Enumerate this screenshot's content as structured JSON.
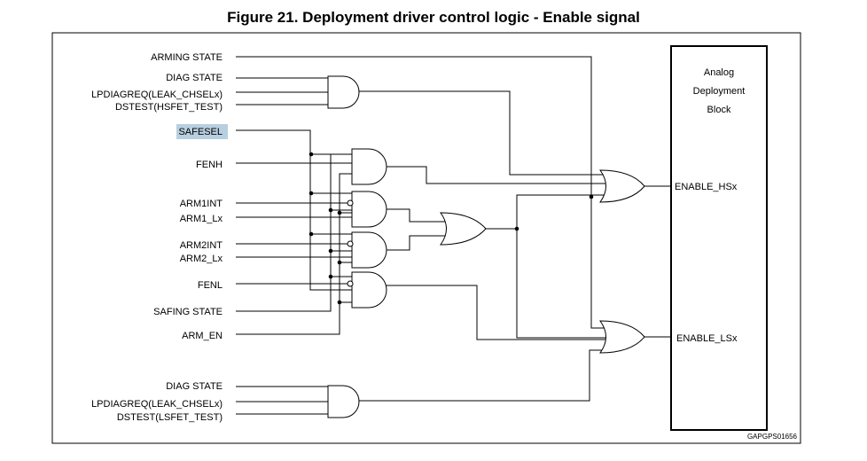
{
  "figure": {
    "title": "Figure 21. Deployment driver control logic - Enable signal",
    "reference": "GAPGPS01656"
  },
  "block": {
    "line1": "Analog",
    "line2": "Deployment",
    "line3": "Block"
  },
  "inputs": {
    "arming_state": "ARMING STATE",
    "diag_state_top": "DIAG STATE",
    "lpdiagreq_top": "LPDIAGREQ(LEAK_CHSELx)",
    "dstest_hs": "DSTEST(HSFET_TEST)",
    "safesel": "SAFESEL",
    "fenh": "FENH",
    "arm1int": "ARM1INT",
    "arm1_lx": "ARM1_Lx",
    "arm2int": "ARM2INT",
    "arm2_lx": "ARM2_Lx",
    "fenl": "FENL",
    "safing_state": "SAFING STATE",
    "arm_en": "ARM_EN",
    "diag_state_bottom": "DIAG STATE",
    "lpdiagreq_bottom": "LPDIAGREQ(LEAK_CHSELx)",
    "dstest_ls": "DSTEST(LSFET_TEST)"
  },
  "outputs": {
    "enable_hsx": "ENABLE_HSx",
    "enable_lsx": "ENABLE_LSx"
  },
  "colors": {
    "highlight": "#b8cfe0"
  }
}
